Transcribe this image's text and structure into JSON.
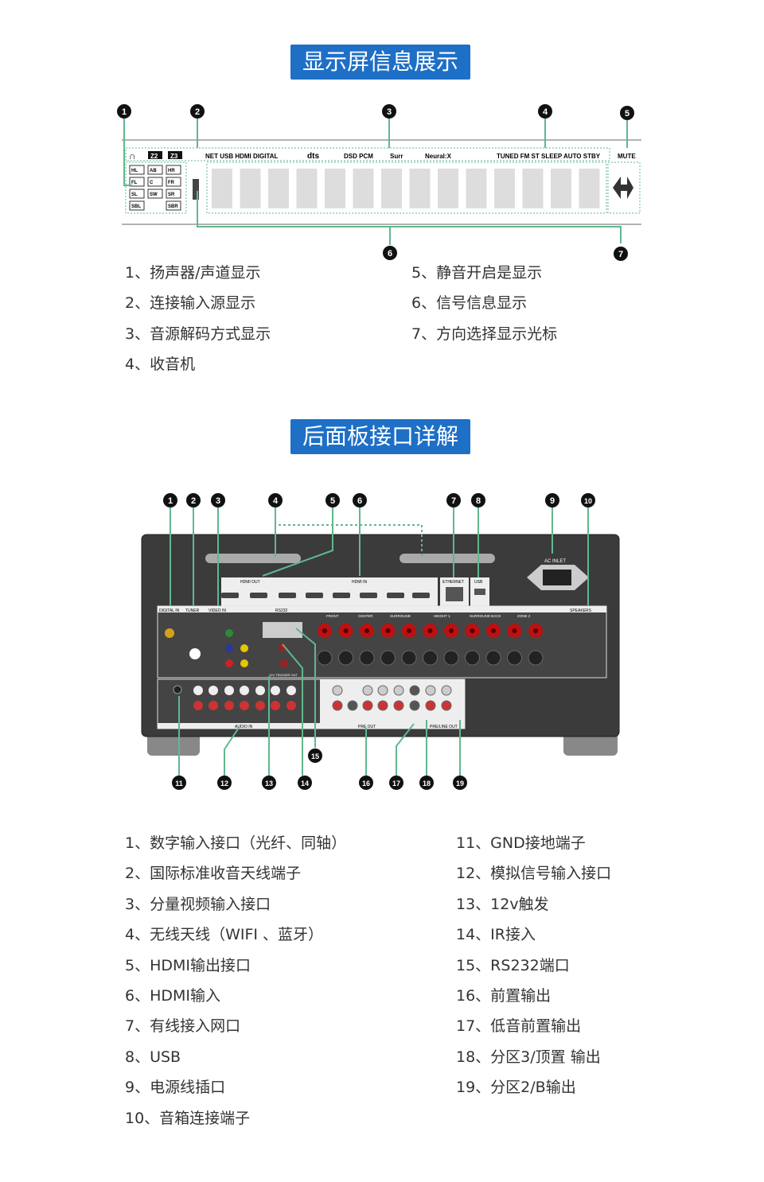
{
  "section1": {
    "title": "显示屏信息展示",
    "indicators": {
      "top_left": "NET USB HDMI DIGITAL",
      "top_mid": "DSD PCM",
      "surr": "Surr",
      "dts": "dts",
      "neural": "Neural:X",
      "tuner": "TUNED FM ST SLEEP AUTO STBY",
      "mute": "MUTE",
      "z2": "Z2",
      "z3": "Z3",
      "channels": [
        "HL",
        "AB",
        "HR",
        "FL",
        "C",
        "FR",
        "SL",
        "SW",
        "SR",
        "SBL",
        "SBR"
      ]
    },
    "legend_left": [
      "1、扬声器/声道显示",
      "2、连接输入源显示",
      "3、音源解码方式显示",
      "4、收音机"
    ],
    "legend_right": [
      "5、静音开启是显示",
      "6、信号信息显示",
      "7、方向选择显示光标"
    ]
  },
  "section2": {
    "title": "后面板接口详解",
    "panel_labels": {
      "digital_in": "DIGITAL IN",
      "tuner": "TUNER",
      "video_in": "VIDEO IN",
      "rs232": "RS232",
      "hdmi_out": "HDMI OUT",
      "hdmi_in": "HDMI IN",
      "ethernet": "ETHERNET",
      "usb": "USB",
      "ac_inlet": "AC INLET",
      "speakers": "SPEAKERS",
      "audio_in": "AUDIO IN",
      "pre_out": "PRE OUT",
      "pre_line_out": "PRE/LINE OUT",
      "trigger_out": "12V TRIGGER OUT",
      "speaker_groups": [
        "FRONT",
        "CENTER",
        "SURROUND",
        "HEIGHT 1",
        "SURROUND BACK",
        "ZONE 2"
      ]
    },
    "legend_left": [
      "1、数字输入接口（光纤、同轴）",
      "2、国际标准收音天线端子",
      "3、分量视频输入接口",
      "4、无线天线（WIFI 、蓝牙）",
      "5、HDMI输出接口",
      "6、HDMI输入",
      "7、有线接入网口",
      "8、USB",
      "9、电源线插口",
      "10、音箱连接端子"
    ],
    "legend_right": [
      "11、GND接地端子",
      "12、模拟信号输入接口",
      "13、12v触发",
      "14、IR接入",
      "15、RS232端口",
      "16、前置输出",
      "17、低音前置输出",
      "18、分区3/顶置 输出",
      "19、分区2/B输出"
    ]
  },
  "colors": {
    "accent": "#1e6fc6",
    "leader": "#5fb88f",
    "body": "#3b3b3b"
  }
}
